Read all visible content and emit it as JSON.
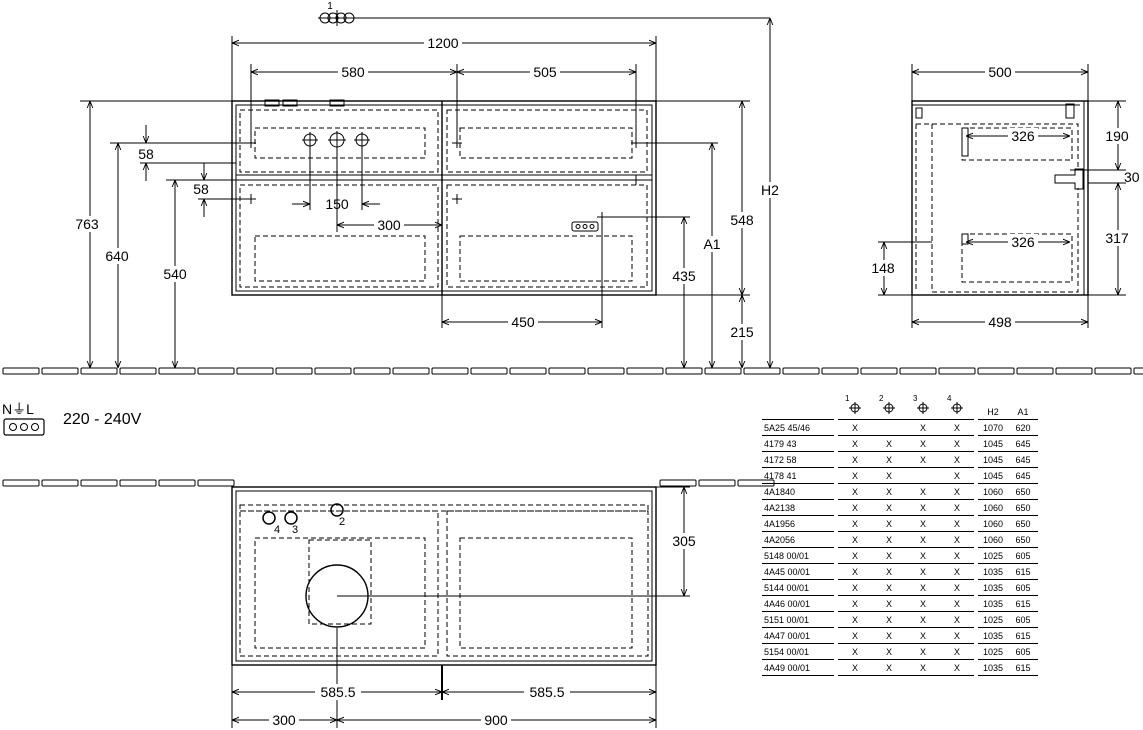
{
  "power": {
    "symbol_labels": "N⏚L",
    "voltage": "220 - 240V"
  },
  "front_view": {
    "dims": {
      "width_total": "1200",
      "w_left": "580",
      "w_right": "505",
      "h_763": "763",
      "h_640": "640",
      "h_540": "540",
      "d_58a": "58",
      "d_58b": "58",
      "d_150": "150",
      "d_300": "300",
      "d_450": "450",
      "h_435": "435",
      "a1": "A1",
      "h_548": "548",
      "h_215": "215",
      "h2": "H2",
      "marker": "1"
    }
  },
  "side_view": {
    "dims": {
      "top": "500",
      "bottom": "498",
      "inner_top": "326",
      "inner_bottom": "326",
      "h_190": "190",
      "h_30": "30",
      "h_317": "317",
      "h_148": "148"
    }
  },
  "top_view": {
    "dims": {
      "d_305": "305",
      "w_585a": "585.5",
      "w_585b": "585.5",
      "w_300": "300",
      "w_900": "900"
    },
    "labels": {
      "m2": "2",
      "m3": "3",
      "m4": "4"
    }
  },
  "table": {
    "columns": [
      "",
      "1",
      "2",
      "3",
      "4",
      "H2",
      "A1"
    ],
    "rows": [
      [
        "5A25 45/46",
        "X",
        "",
        "X",
        "X",
        "1070",
        "620"
      ],
      [
        "4179 43",
        "X",
        "X",
        "X",
        "X",
        "1045",
        "645"
      ],
      [
        "4172 58",
        "X",
        "X",
        "X",
        "X",
        "1045",
        "645"
      ],
      [
        "4178 41",
        "X",
        "X",
        "",
        "X",
        "1045",
        "645"
      ],
      [
        "4A1840",
        "X",
        "X",
        "X",
        "X",
        "1060",
        "650"
      ],
      [
        "4A2138",
        "X",
        "X",
        "X",
        "X",
        "1060",
        "650"
      ],
      [
        "4A1956",
        "X",
        "X",
        "X",
        "X",
        "1060",
        "650"
      ],
      [
        "4A2056",
        "X",
        "X",
        "X",
        "X",
        "1060",
        "650"
      ],
      [
        "5148 00/01",
        "X",
        "X",
        "X",
        "X",
        "1025",
        "605"
      ],
      [
        "4A45 00/01",
        "X",
        "X",
        "X",
        "X",
        "1035",
        "615"
      ],
      [
        "5144 00/01",
        "X",
        "X",
        "X",
        "X",
        "1035",
        "605"
      ],
      [
        "4A46 00/01",
        "X",
        "X",
        "X",
        "X",
        "1035",
        "615"
      ],
      [
        "5151 00/01",
        "X",
        "X",
        "X",
        "X",
        "1025",
        "605"
      ],
      [
        "4A47 00/01",
        "X",
        "X",
        "X",
        "X",
        "1035",
        "615"
      ],
      [
        "5154 00/01",
        "X",
        "X",
        "X",
        "X",
        "1025",
        "605"
      ],
      [
        "4A49 00/01",
        "X",
        "X",
        "X",
        "X",
        "1035",
        "615"
      ]
    ]
  }
}
